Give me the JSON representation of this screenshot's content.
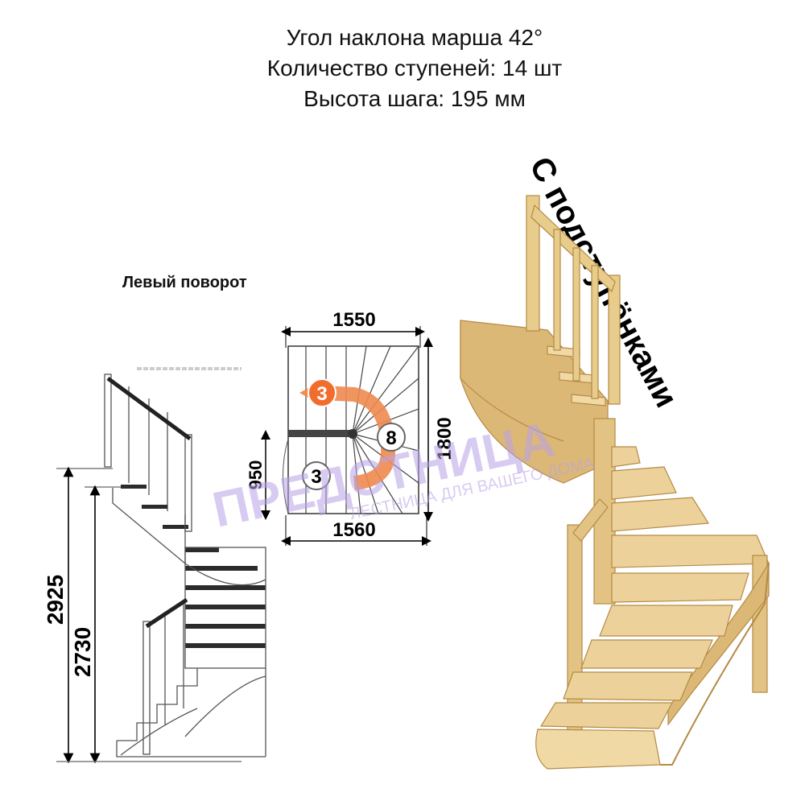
{
  "header": {
    "line1": "Угол наклона марша 42°",
    "line2": "Количество ступеней: 14 шт",
    "line3": "Высота шага: 195 мм"
  },
  "side_label": "С подступёнками",
  "turn_label": "Левый поворот",
  "plan": {
    "width_top": "1550",
    "width_bottom": "1560",
    "height_right": "1800",
    "height_left": "950",
    "badge_top": "3",
    "badge_right": "8",
    "badge_bottom": "3"
  },
  "elevation": {
    "total_height": "2925",
    "floor_height": "2730"
  },
  "watermark": {
    "brand": "ПРЕДСТНИЦА",
    "slogan": "ЛЕСТНИЦА ДЛЯ ВАШЕГО ДОМА"
  },
  "colors": {
    "wood": "#e9cf95",
    "wood_dark": "#c9a460",
    "arrow": "#ef8a4f",
    "watermark": "#b9a2e6"
  }
}
